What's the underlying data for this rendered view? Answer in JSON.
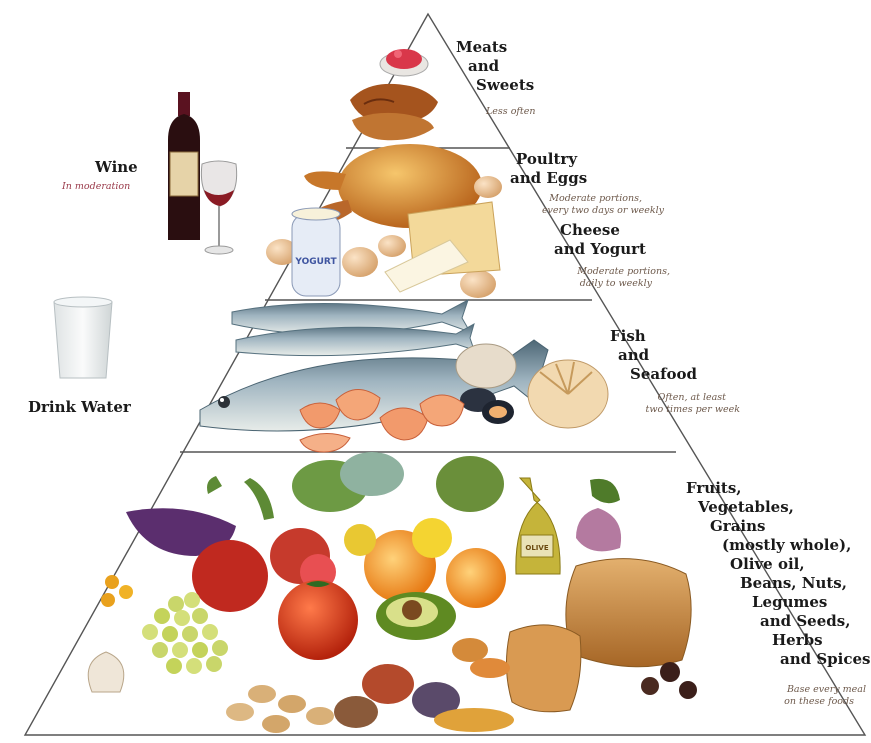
{
  "tiers": [
    {
      "id": "meats-sweets",
      "label_lines": [
        "Meats",
        "and",
        "Sweets"
      ],
      "note_lines": [
        "Less often"
      ]
    },
    {
      "id": "poultry-eggs",
      "label_lines": [
        "Poultry",
        "and Eggs"
      ],
      "note_lines": [
        "Moderate portions,",
        "every two days or weekly"
      ]
    },
    {
      "id": "cheese-yogurt",
      "label_lines": [
        "Cheese",
        "and Yogurt"
      ],
      "note_lines": [
        "Moderate portions,",
        "daily to weekly"
      ]
    },
    {
      "id": "fish-seafood",
      "label_lines": [
        "Fish",
        "and",
        "Seafood"
      ],
      "note_lines": [
        "Often, at least",
        "two times per week"
      ]
    },
    {
      "id": "base",
      "label_lines": [
        "Fruits,",
        "Vegetables,",
        "Grains",
        "(mostly whole),",
        "Olive oil,",
        "Beans, Nuts,",
        "Legumes",
        "and Seeds,",
        "Herbs",
        "and Spices"
      ],
      "note_lines": [
        "Base every meal",
        "on these foods"
      ]
    }
  ],
  "side": {
    "wine_label": "Wine",
    "wine_note": "In moderation",
    "water_label": "Drink Water",
    "yogurt_jar_text": "YOGURT",
    "olive_oil_text": "OLIVE"
  },
  "colors": {
    "outline": "#555555",
    "note_text": "#6e5a4c",
    "wine_note": "#9a3a4a"
  }
}
